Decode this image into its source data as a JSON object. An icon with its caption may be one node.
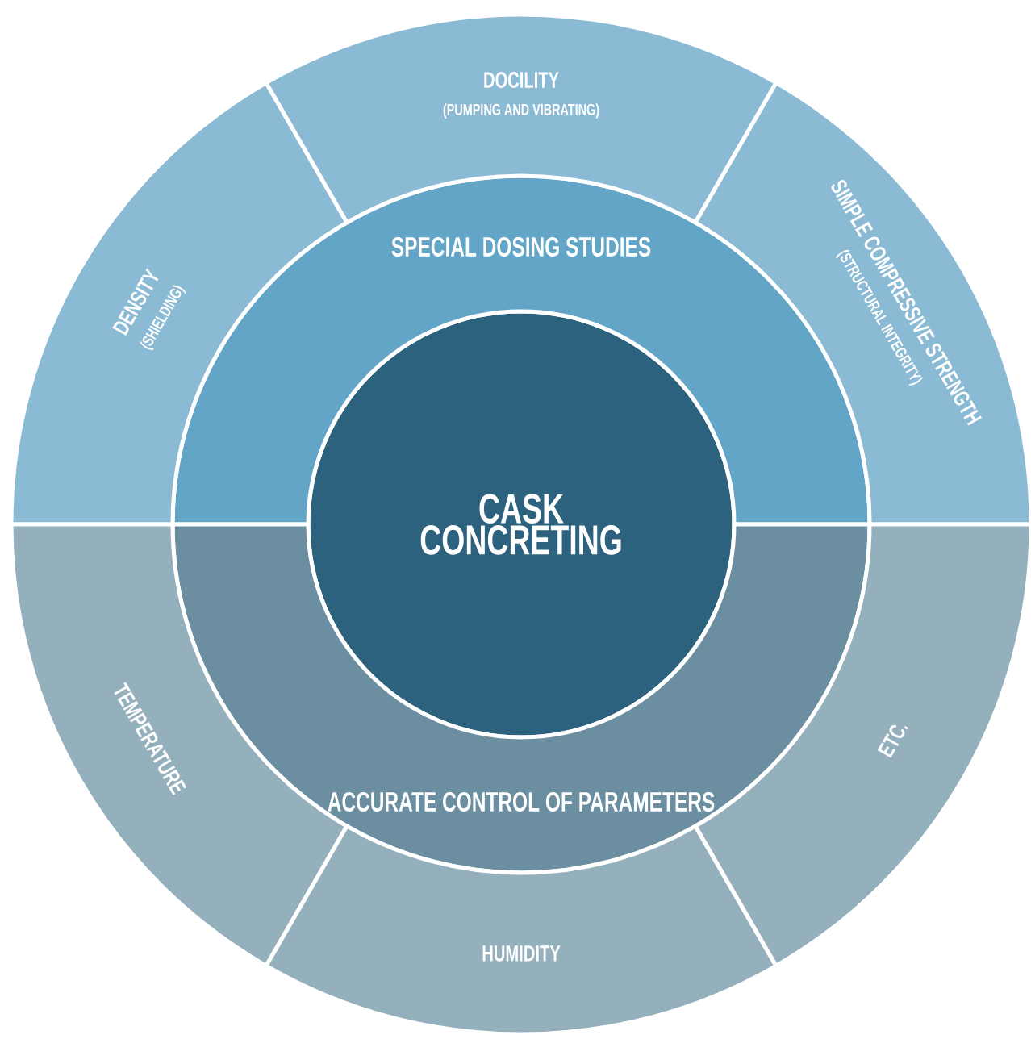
{
  "diagram": {
    "nodes": [
      {
        "text": [
          "CASK CONCRETING"
        ]
      },
      {
        "text": [
          "SPECIAL DOSING STUDIES"
        ]
      },
      {
        "text": [
          "ACCURATE CONTROL OF PARAMETERS"
        ]
      },
      {
        "text": [
          "DENSITY",
          "(SHIELDING)"
        ]
      },
      {
        "text": [
          "DOCILITY",
          "(PUMPING AND VIBRATING)"
        ]
      },
      {
        "text": [
          "SIMPLE COMPRESSIVE STRENGTH",
          "(STRUCTURAL INTEGRITY)"
        ]
      },
      {
        "text": [
          "TEMPERATURE"
        ]
      },
      {
        "text": [
          "HUMIDITY"
        ]
      },
      {
        "text": [
          "ETC."
        ]
      }
    ]
  }
}
